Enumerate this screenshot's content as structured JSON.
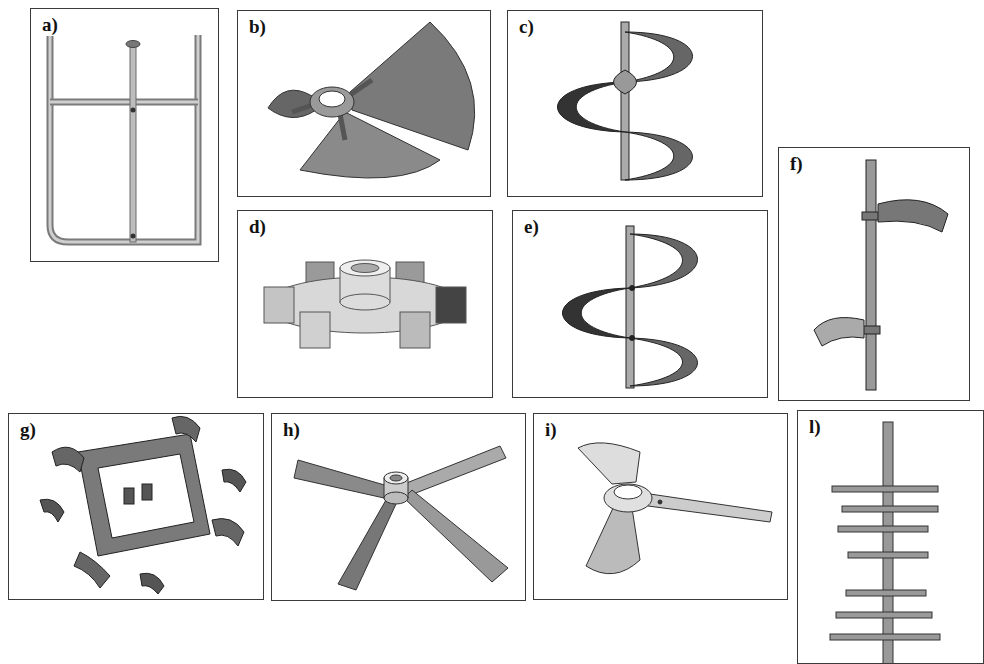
{
  "diagram": {
    "nodes": [
      {
        "text": [
          "a)"
        ]
      },
      {
        "text": [
          "b)"
        ]
      },
      {
        "text": [
          "c)"
        ]
      },
      {
        "text": [
          "d)"
        ]
      },
      {
        "text": [
          "e)"
        ]
      },
      {
        "text": [
          "f)"
        ]
      },
      {
        "text": [
          "g)"
        ]
      },
      {
        "text": [
          "h)"
        ]
      },
      {
        "text": [
          "i)"
        ]
      },
      {
        "text": [
          "l)"
        ]
      }
    ]
  }
}
